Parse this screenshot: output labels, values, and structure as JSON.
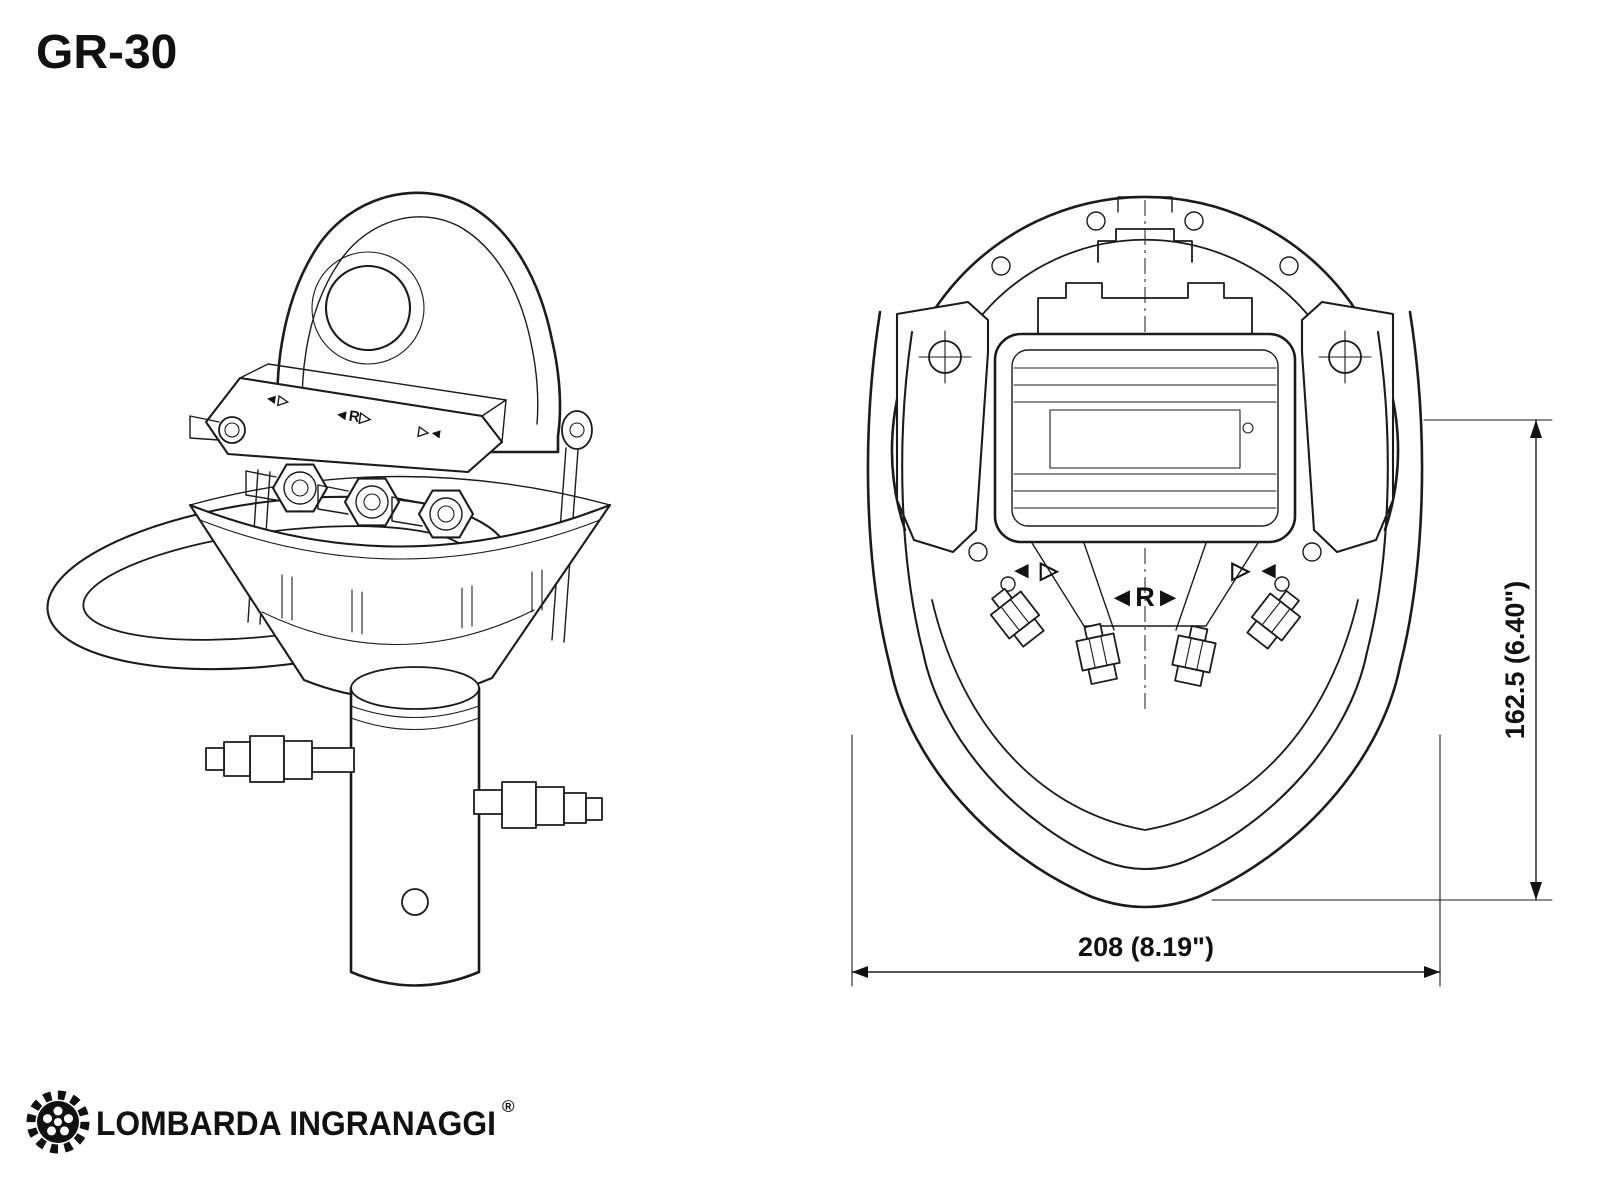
{
  "title": "GR-30",
  "iso_view": {
    "port_label_1": "◄▷",
    "port_label_2": "◄R▷",
    "port_label_3": "▷◄"
  },
  "front_view": {
    "left_arrows": "◄ ▷",
    "right_arrows": "▷ ◄",
    "center_label": "◄R►"
  },
  "dimensions": {
    "width": "208 (8.19\")",
    "height": "162.5 (6.40\")"
  },
  "logo": {
    "brand": "LOMBARDA INGRANAGGI",
    "registered": "®"
  },
  "colors": {
    "line": "#1b1b1b",
    "background": "#ffffff"
  }
}
